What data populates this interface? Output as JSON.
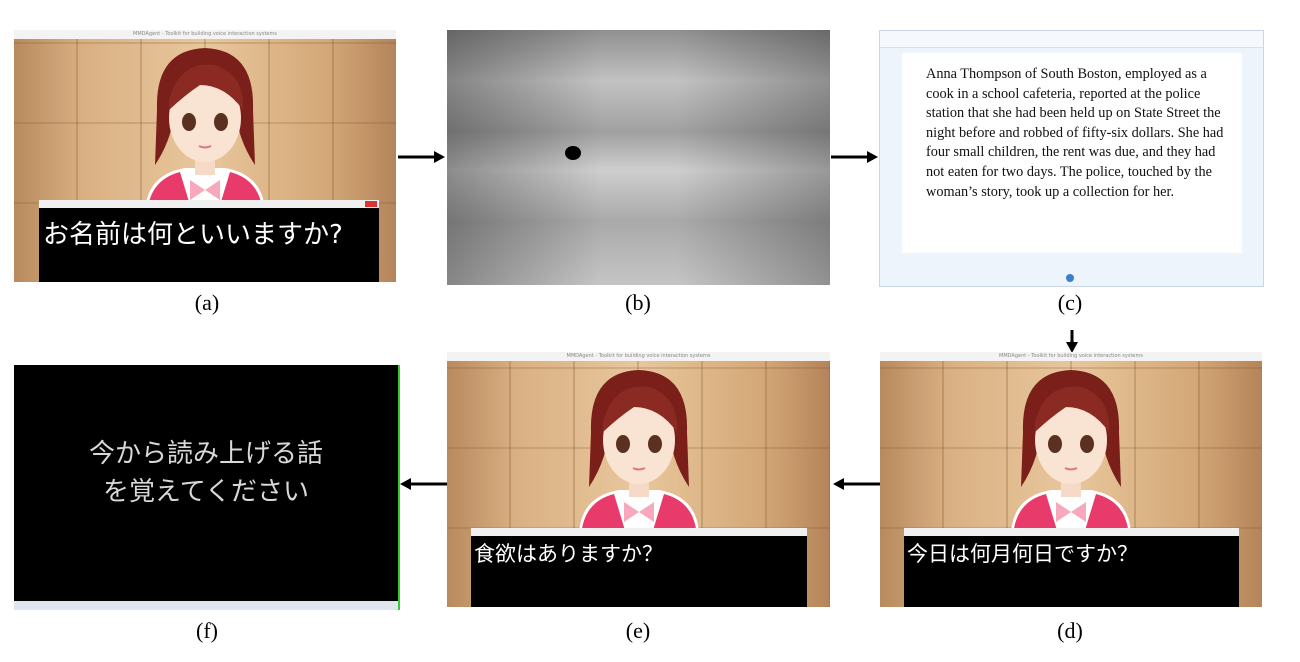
{
  "app_title": "MMDAgent - Toolkit for building voice interaction systems",
  "panels": {
    "a": {
      "label": "(a)",
      "subtitle": "お名前は何といいますか?"
    },
    "b": {
      "label": "(b)"
    },
    "c": {
      "label": "(c)",
      "text": "Anna Thompson of South Boston, employed as a cook in a school cafeteria, reported at the police station that she had been held up on State Street the night before and robbed of fifty-six dollars. She had four small children, the rent was due, and they had not eaten for two days. The police, touched by the woman’s story, took up a collection for her."
    },
    "d": {
      "label": "(d)",
      "subtitle": "今日は何月何日ですか？"
    },
    "e": {
      "label": "(e)",
      "subtitle": "食欲はありますか？"
    },
    "f": {
      "label": "(f)",
      "line1": "今から読み上げる話",
      "line2": "を覚えてください"
    }
  },
  "colors": {
    "vest": "#e83a6b",
    "hair": "#7a1f1a",
    "subtitle_bg": "#000000"
  }
}
